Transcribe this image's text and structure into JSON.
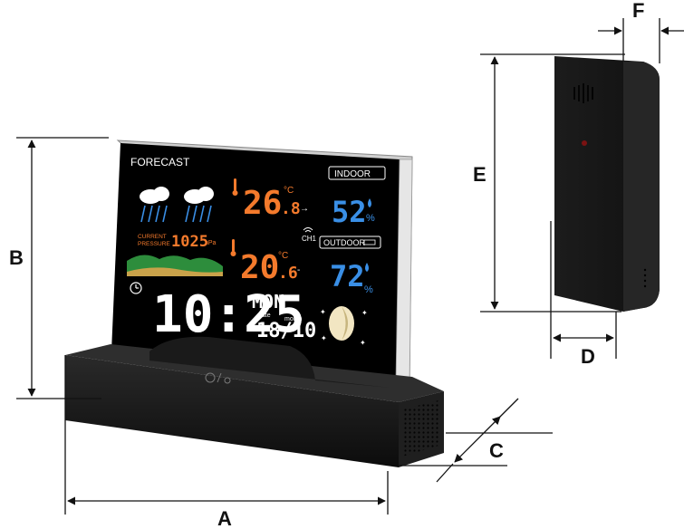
{
  "dimension_labels": {
    "a": "A",
    "b": "B",
    "c": "C",
    "d": "D",
    "e": "E",
    "f": "F"
  },
  "screen": {
    "forecast_label": "FORECAST",
    "indoor_label": "INDOOR",
    "outdoor_label": "OUTDOOR",
    "channel_label": "CH1",
    "indoor": {
      "temp_int": "26",
      "temp_dec": ".8",
      "temp_unit": "°C",
      "humidity": "52",
      "humidity_unit": "%"
    },
    "outdoor": {
      "temp_int": "20",
      "temp_dec": ".6",
      "temp_unit": "°C",
      "humidity": "72",
      "humidity_unit": "%"
    },
    "pressure": {
      "label_line1": "CURRENT",
      "label_line2": "PRESSURE",
      "value": "1025",
      "unit": "hPa"
    },
    "time": "10:25",
    "weekday": "MON",
    "date_label": "date",
    "month_label": "month",
    "date_value": "18/10"
  },
  "colors": {
    "temperature": "#f47a2c",
    "humidity": "#3a8fe6",
    "screen_bg": "#000000",
    "body": "#161616"
  }
}
